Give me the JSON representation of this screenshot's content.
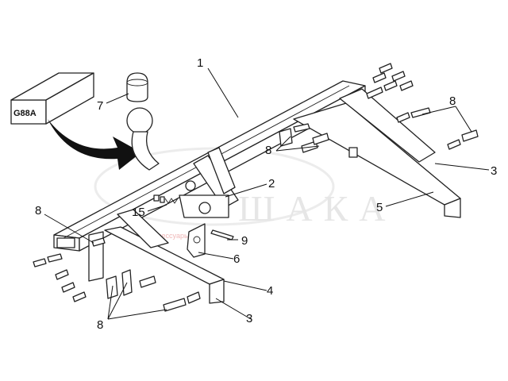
{
  "diagram": {
    "box_label": "G88A",
    "watermark": "ШАКА",
    "watermark_sub": "avto-аксессуары.рф",
    "callouts": [
      "1",
      "2",
      "3",
      "3",
      "4",
      "5",
      "6",
      "7",
      "8",
      "8",
      "8",
      "8",
      "9",
      "15"
    ]
  }
}
